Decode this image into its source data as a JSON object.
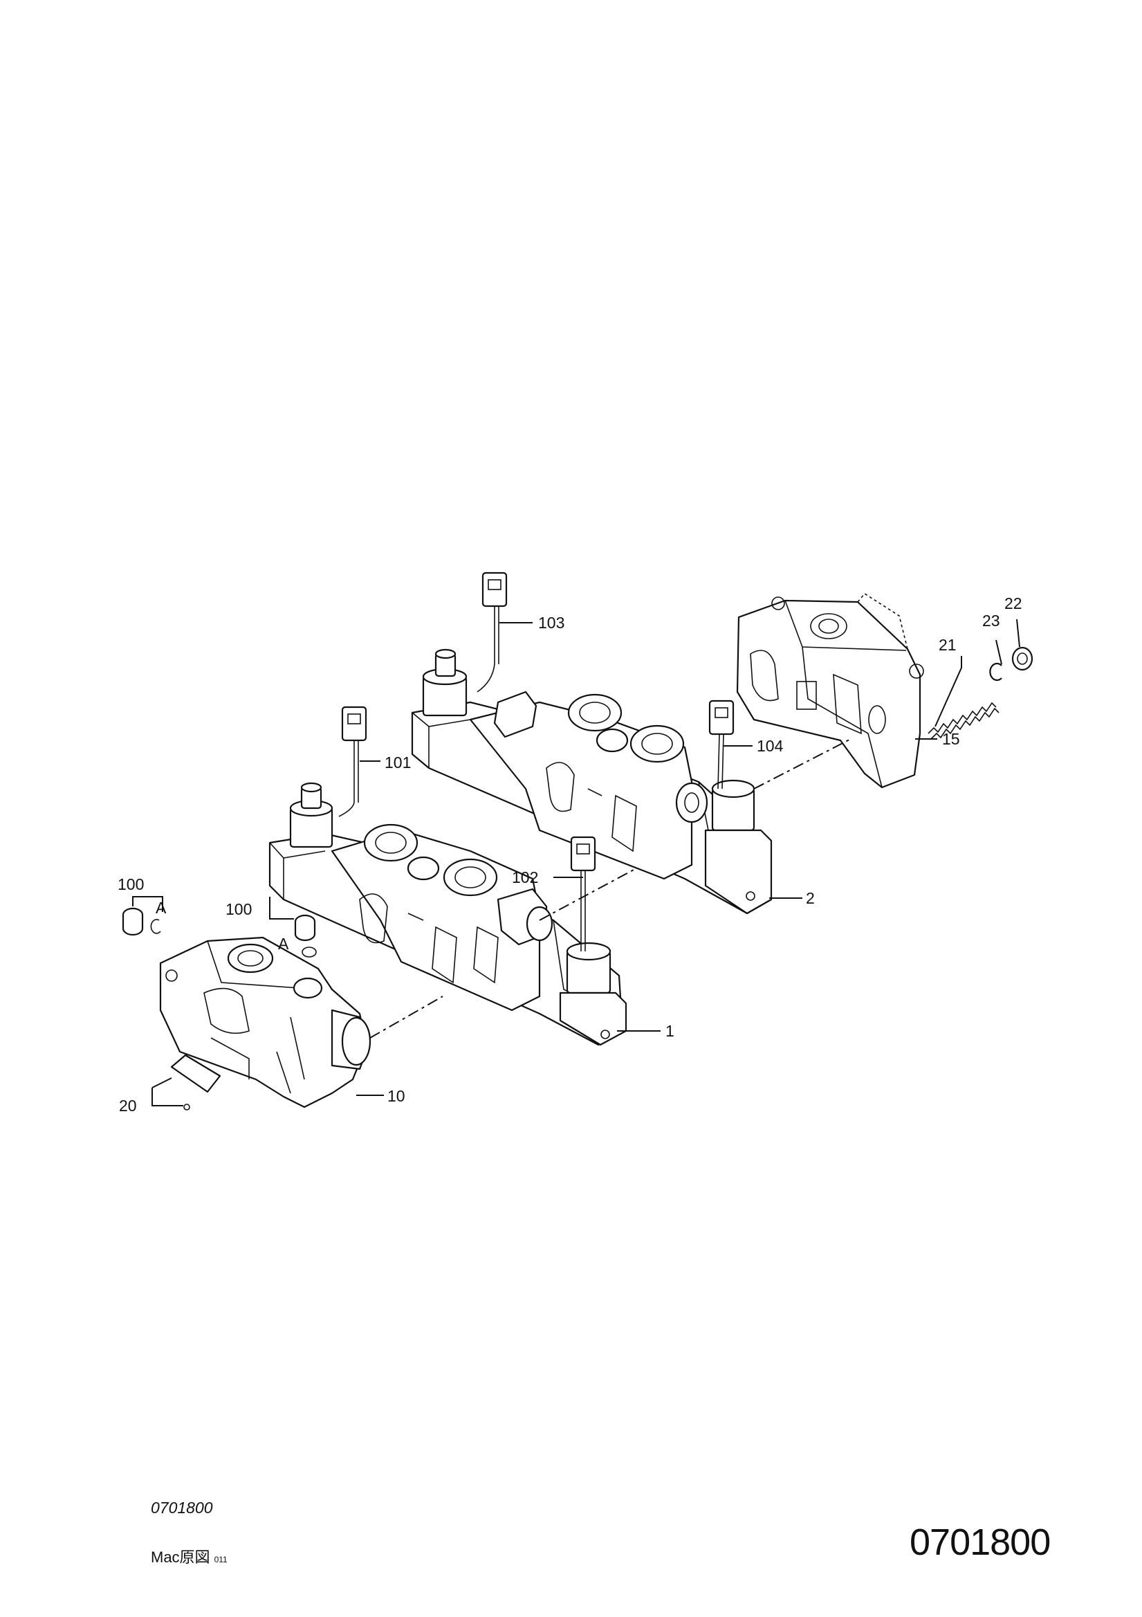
{
  "callouts": {
    "c1": "1",
    "c2": "2",
    "c10": "10",
    "c15": "15",
    "c20": "20",
    "c21": "21",
    "c22": "22",
    "c23": "23",
    "c100a": "100",
    "c100b": "100",
    "c101": "101",
    "c102": "102",
    "c103": "103",
    "c104": "104",
    "detail_a1": "A",
    "detail_a2": "A"
  },
  "footer": {
    "drawing_code": "0701800",
    "mac_label": "Mac原図",
    "mac_number": "011",
    "page_code": "0701800"
  }
}
